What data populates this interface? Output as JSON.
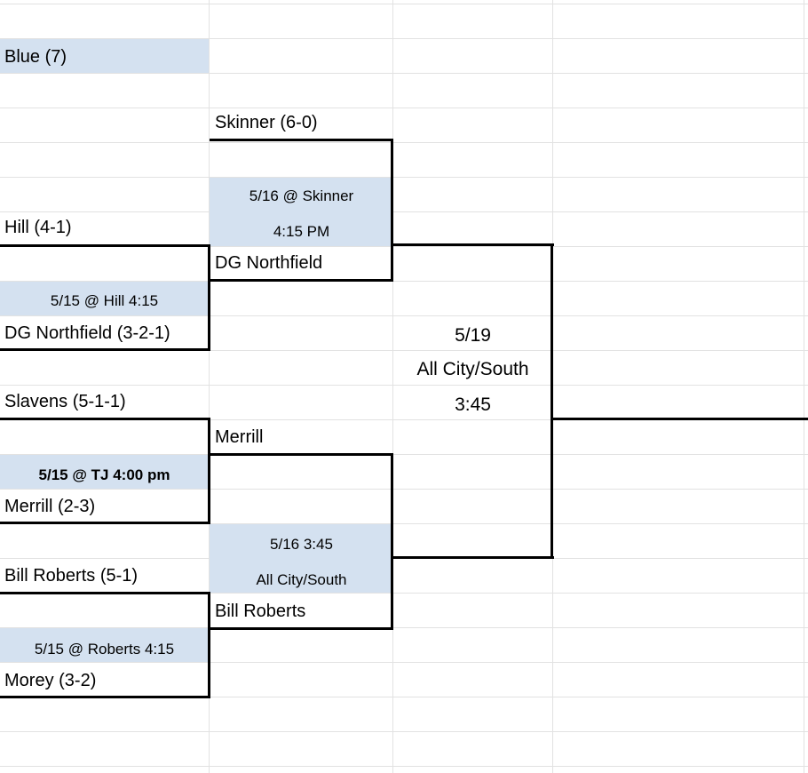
{
  "round1": {
    "group": "Blue (7)",
    "m1": {
      "team_a": "Hill (4-1)",
      "info": "5/15 @ Hill 4:15",
      "team_b": "DG Northfield (3-2-1)"
    },
    "m2": {
      "team_a": "Slavens (5-1-1)",
      "info": "5/15 @ TJ 4:00 pm",
      "team_b": "Merrill (2-3)"
    },
    "m3": {
      "team_a": "Bill Roberts (5-1)",
      "info": "5/15 @ Roberts 4:15",
      "team_b": "Morey (3-2)"
    }
  },
  "round2": {
    "m1": {
      "team_a": "Skinner (6-0)",
      "info_line1": "5/16 @ Skinner",
      "info_line2": "4:15 PM",
      "team_b": "DG Northfield"
    },
    "m2": {
      "team_a": "Merrill",
      "info_line1": "5/16 3:45",
      "info_line2": "All City/South",
      "team_b": "Bill Roberts"
    }
  },
  "final": {
    "line1": "5/19",
    "line2": "All City/South",
    "line3": "3:45"
  },
  "colors": {
    "highlight": "#d4e1f0",
    "gridline": "#e2e2e2"
  }
}
